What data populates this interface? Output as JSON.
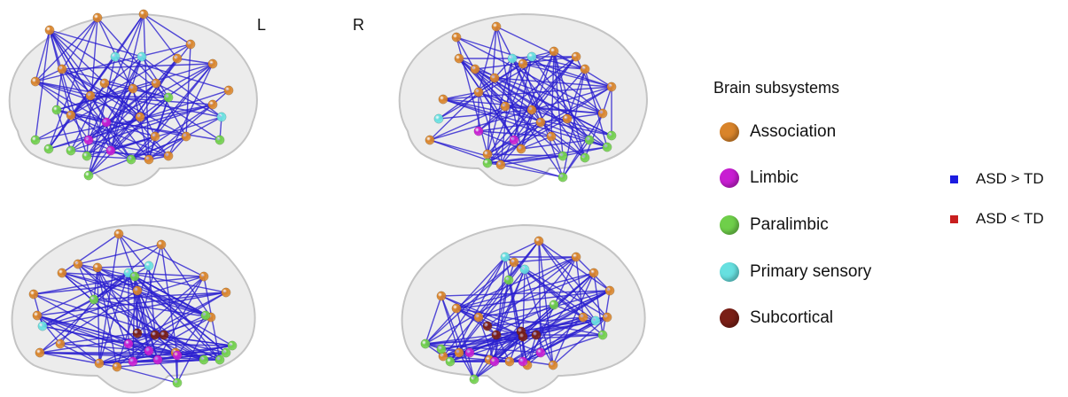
{
  "hemisphere_labels": {
    "left": "L",
    "right": "R"
  },
  "legend": {
    "title": "Brain subsystems",
    "subsystems": [
      {
        "label": "Association",
        "color": "#d9842a"
      },
      {
        "label": "Limbic",
        "color": "#c81ed2"
      },
      {
        "label": "Paralimbic",
        "color": "#6fcf4a"
      },
      {
        "label": "Primary sensory",
        "color": "#67e0e0"
      },
      {
        "label": "Subcortical",
        "color": "#7a1f16"
      }
    ],
    "edges": [
      {
        "label": "ASD > TD",
        "color": "#1c1ce0"
      },
      {
        "label": "ASD < TD",
        "color": "#c81e1e"
      }
    ]
  },
  "colors": {
    "edge": "#2a1fd0",
    "brain_fill": "#e6e6e6",
    "brain_outline": "#c4c4c4"
  }
}
